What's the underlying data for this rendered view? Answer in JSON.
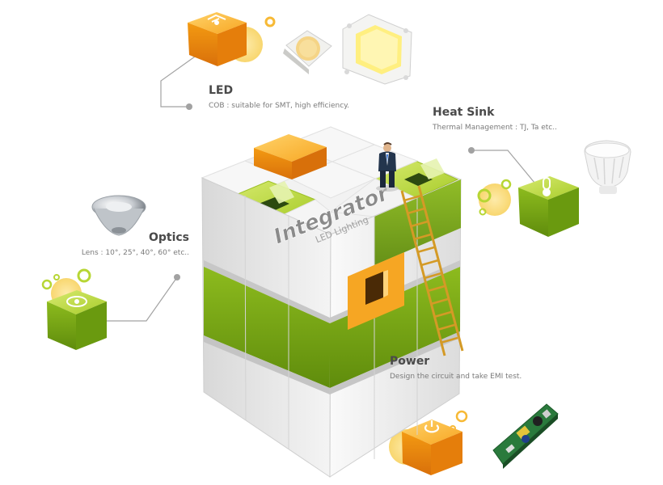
{
  "center_cube": {
    "title": "Integrator",
    "subtitle": "LED Lighting"
  },
  "components": [
    {
      "id": "led",
      "title": "LED",
      "description": "COB : suitable for SMT, high efficiency.",
      "icon": "led-chip-icon",
      "color": "#f49b1a"
    },
    {
      "id": "heat_sink",
      "title": "Heat Sink",
      "description": "Thermal Management : TJ, Ta etc..",
      "icon": "thermometer-icon",
      "color": "#8dbb1e"
    },
    {
      "id": "optics",
      "title": "Optics",
      "description": "Lens : 10°, 25°, 40°, 60° etc..",
      "icon": "lens-icon",
      "color": "#8dbb1e"
    },
    {
      "id": "power",
      "title": "Power",
      "description": "Design the circuit and take EMI test.",
      "icon": "power-icon",
      "color": "#f49b1a"
    }
  ],
  "colors": {
    "orange": "#f49b1a",
    "green": "#8dbb1e",
    "yellow_circle": "#f8cf55",
    "cube_white": "#e9e9e9",
    "connector": "#9a9a9a"
  }
}
